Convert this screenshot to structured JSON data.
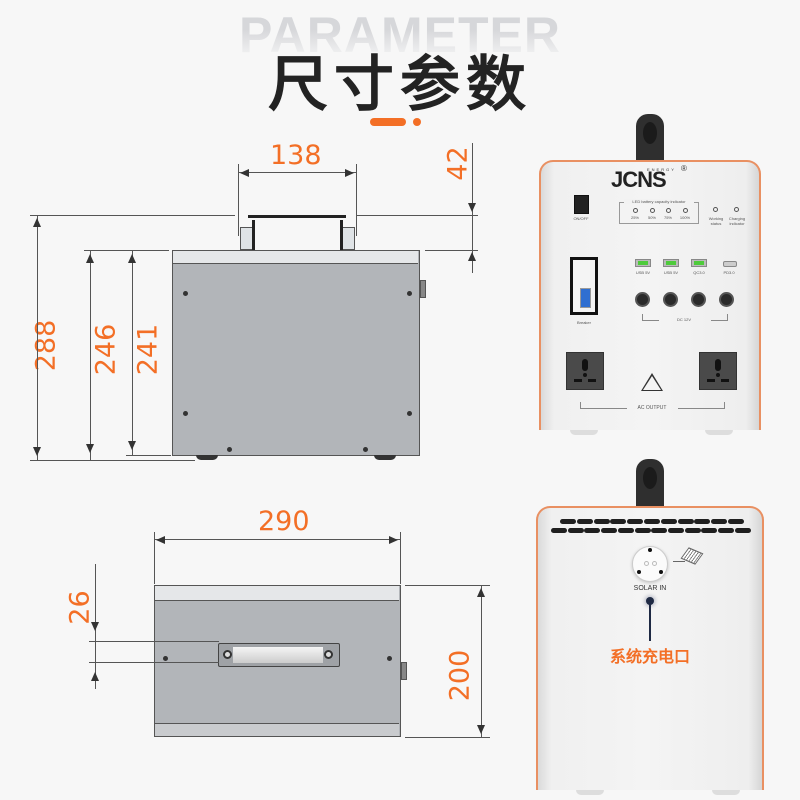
{
  "header": {
    "background_word": "PARAMETER",
    "title": "尺寸参数",
    "accent_color": "#f36f26"
  },
  "front_view": {
    "dimensions": {
      "handle_width": "138",
      "handle_height": "42",
      "total_height": "288",
      "body_height_outer": "246",
      "body_height_inner": "241"
    }
  },
  "top_view": {
    "dimensions": {
      "length": "290",
      "handle_depth": "26",
      "width": "200"
    }
  },
  "front_panel": {
    "brand": "JCNS",
    "brand_sub": "ENERGY",
    "registered": "®",
    "power_switch_label": "ON/OFF",
    "battery_indicator_label": "LED battery capacity indicator",
    "battery_levels": [
      "25%",
      "50%",
      "75%",
      "100%"
    ],
    "working_status_label": "Working status",
    "charging_indicator_label": "Charging indicator",
    "usb_ports": [
      "USB 5V",
      "USB 5V",
      "QC3.0",
      "PD3.0"
    ],
    "breaker_label": "Breaker",
    "dc_label": "DC 12V",
    "ac_output_label": "AC OUTPUT"
  },
  "back_panel": {
    "solar_in_label": "SOLAR IN",
    "callout_label": "系统充电口",
    "callout_color": "#f36f26"
  }
}
